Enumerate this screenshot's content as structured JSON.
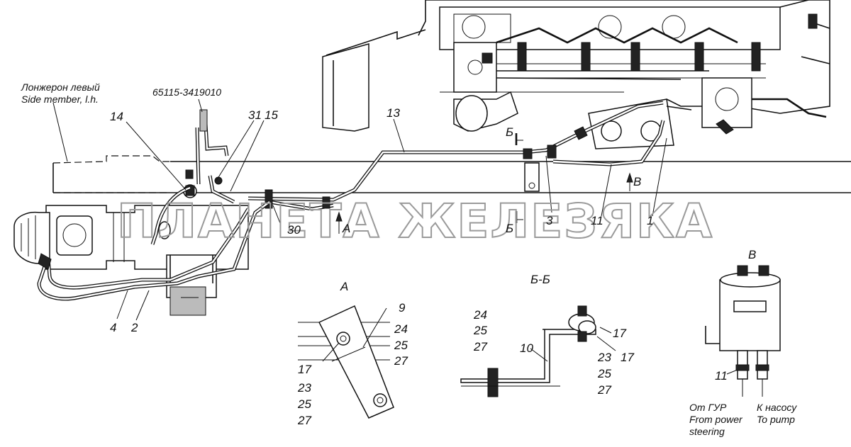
{
  "labels": {
    "member_ru": "Лонжерон левый",
    "member_en": "Side member, l.h.",
    "part_code": "65115-3419010",
    "n14": "14",
    "n31": "31",
    "n15": "15",
    "n13": "13",
    "n3": "3",
    "n11_main": "11",
    "n1": "1",
    "n30": "30",
    "n4": "4",
    "n2": "2",
    "v_arrow": "В",
    "a_arrow": "А",
    "b_top": "Б",
    "b_bottom": "Б"
  },
  "view_a": {
    "title": "А",
    "n9": "9",
    "n24": "24",
    "n25": "25",
    "n27_right": "27",
    "n17": "17",
    "n23": "23",
    "n25_left": "25",
    "n27_left": "27"
  },
  "view_bb": {
    "title": "Б-Б",
    "n24": "24",
    "n25": "25",
    "n27": "27",
    "n10": "10",
    "n17_a": "17",
    "n17_b": "17",
    "n23": "23",
    "n25_r": "25",
    "n27_r": "27"
  },
  "view_v": {
    "title": "В",
    "n11": "11",
    "from_ru": "От ГУР",
    "from_en_1": "From power",
    "from_en_2": "steering",
    "to_ru": "К насосу",
    "to_en": "To pump"
  },
  "watermark": "ПЛАНЕТА ЖЕЛЕЗЯКА"
}
